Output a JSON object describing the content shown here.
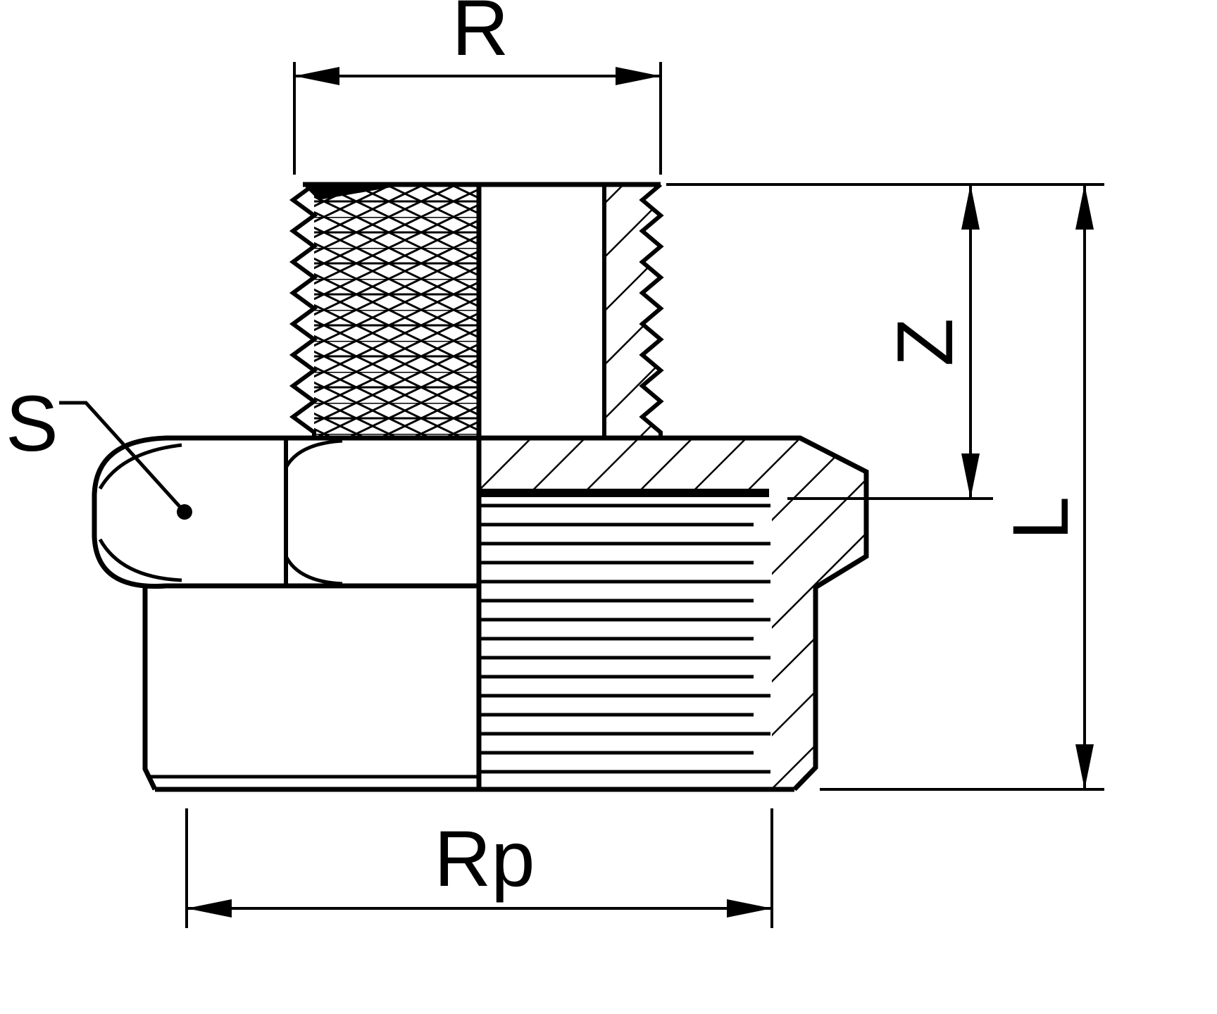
{
  "drawing": {
    "type": "technical-drawing",
    "subject": "threaded-reducing-fitting-section-view",
    "colors": {
      "line": "#000000",
      "background": "#ffffff"
    },
    "dimension_labels": {
      "top_width": "R",
      "right_inner_height": "Z",
      "right_overall_height": "L",
      "hex_leader": "S",
      "bottom_width": "Rp"
    }
  }
}
